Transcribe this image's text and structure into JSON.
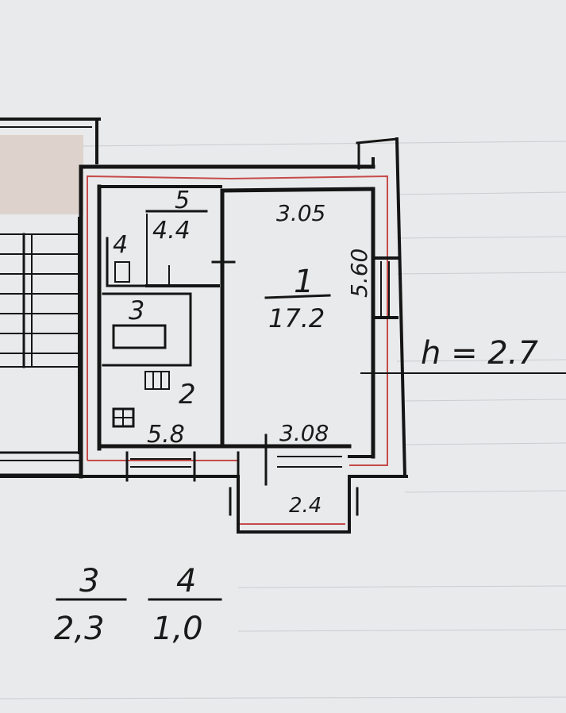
{
  "plan": {
    "height_label": "h = 2.7",
    "rooms": [
      {
        "number": "1",
        "area": "17.2",
        "width": "3.05",
        "length": "5.60",
        "bottom_width": "3.08"
      },
      {
        "number": "2",
        "area": "5.8"
      },
      {
        "number": "3"
      },
      {
        "number": "4"
      },
      {
        "number": "5",
        "area": "4.4"
      }
    ],
    "balcony_area": "2.4",
    "summary": [
      {
        "room": "3",
        "area": "2,3"
      },
      {
        "room": "4",
        "area": "1,0"
      }
    ]
  },
  "colors": {
    "paper": "#e9eaeb",
    "ink": "#151515",
    "red_line": "#c64a4a",
    "redaction_patch": "#ddd3cc"
  }
}
